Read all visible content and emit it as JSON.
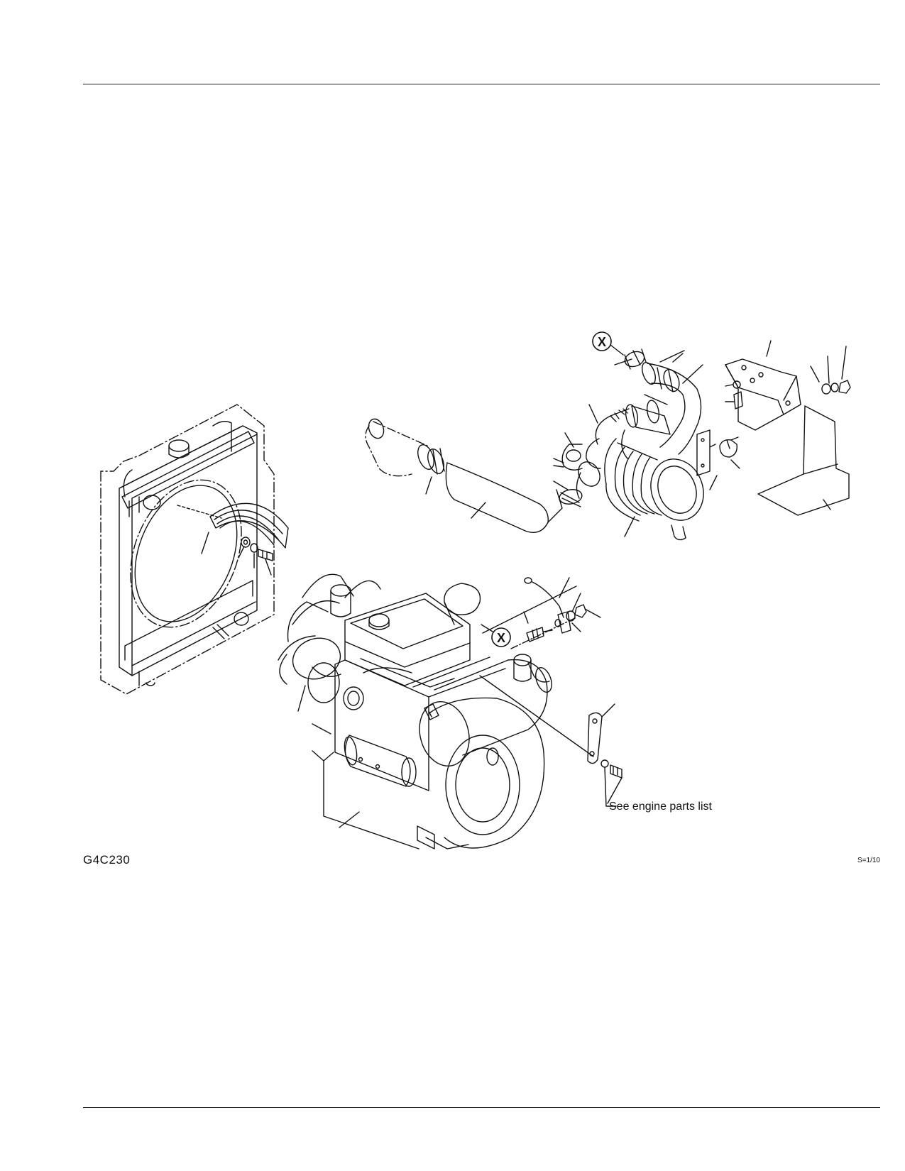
{
  "figure": {
    "code": "G4C230",
    "scale": "S=1/10",
    "callout_marker": "X",
    "note": "See engine parts list"
  }
}
